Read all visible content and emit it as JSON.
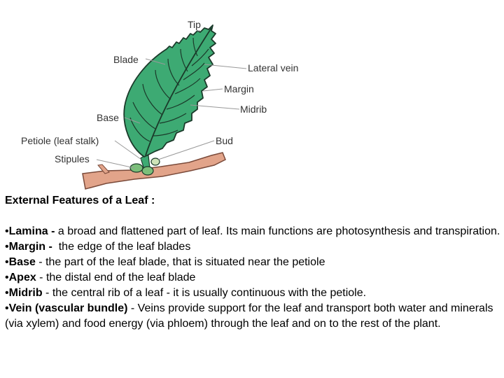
{
  "diagram": {
    "labels": {
      "tip": "Tip",
      "blade": "Blade",
      "lateral_vein": "Lateral vein",
      "margin": "Margin",
      "midrib": "Midrib",
      "base": "Base",
      "petiole": "Petiole (leaf stalk)",
      "bud": "Bud",
      "stipules": "Stipules"
    },
    "colors": {
      "leaf_fill": "#3daa73",
      "leaf_outline": "#1b3a2a",
      "stem_fill": "#e2a48a",
      "stipule_fill": "#7bbf7a"
    }
  },
  "text": {
    "heading": "External Features of a Leaf :",
    "items": [
      {
        "bullet": "•",
        "term": "Lamina -",
        "desc": " a broad and flattened part of leaf. Its main functions are photosynthesis and transpiration."
      },
      {
        "bullet": "•",
        "term": "Margin -",
        "desc": "  the edge of the leaf blades"
      },
      {
        "bullet": "•",
        "term": "Base",
        "desc": " - the part of the leaf blade, that is situated near the petiole"
      },
      {
        "bullet": "•",
        "term": "Apex",
        "desc": " - the distal end of the leaf blade"
      },
      {
        "bullet": "•",
        "term": "Midrib",
        "desc": " - the central rib of a leaf - it is usually continuous with the petiole."
      },
      {
        "bullet": "•",
        "term": "Vein (vascular bundle)",
        "desc": " - Veins provide support for the leaf and transport both water and minerals (via xylem) and food energy (via phloem) through the leaf and on to the rest of the plant."
      }
    ]
  }
}
